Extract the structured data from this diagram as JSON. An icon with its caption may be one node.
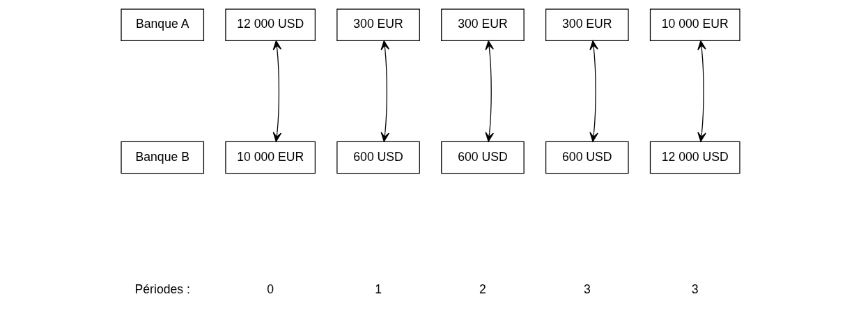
{
  "diagram": {
    "nodes": [
      {
        "text": [
          "Banque A"
        ]
      },
      {
        "text": [
          "12 000 USD"
        ]
      },
      {
        "text": [
          "300 EUR"
        ]
      },
      {
        "text": [
          "300 EUR"
        ]
      },
      {
        "text": [
          "300 EUR"
        ]
      },
      {
        "text": [
          "10 000 EUR"
        ]
      },
      {
        "text": [
          "Banque B"
        ]
      },
      {
        "text": [
          "10 000 EUR"
        ]
      },
      {
        "text": [
          "600 USD"
        ]
      },
      {
        "text": [
          "600 USD"
        ]
      },
      {
        "text": [
          "600 USD"
        ]
      },
      {
        "text": [
          "12 000 USD"
        ]
      }
    ],
    "edges": [
      {
        "from": 1,
        "to": 7,
        "arrow": "both"
      },
      {
        "from": 2,
        "to": 8,
        "arrow": "both"
      },
      {
        "from": 3,
        "to": 9,
        "arrow": "both"
      },
      {
        "from": 4,
        "to": 10,
        "arrow": "both"
      },
      {
        "from": 5,
        "to": 11,
        "arrow": "both"
      }
    ],
    "labels": [
      "Périodes :",
      "0",
      "1",
      "2",
      "3",
      "3"
    ]
  }
}
